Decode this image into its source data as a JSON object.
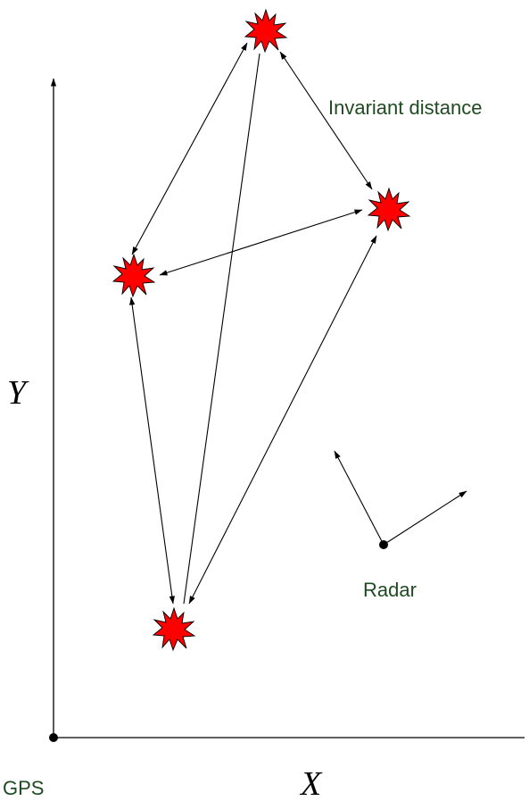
{
  "labels": {
    "invariant_distance": "Invariant distance",
    "radar": "Radar",
    "gps": "GPS",
    "x_axis": "X",
    "y_axis": "Y"
  },
  "colors": {
    "label_green": "#1f4a22",
    "target_fill": "#ff0000",
    "target_stroke": "#000000",
    "line": "#000000"
  },
  "icons": {
    "target": "starburst-icon",
    "origin": "dot-icon"
  }
}
